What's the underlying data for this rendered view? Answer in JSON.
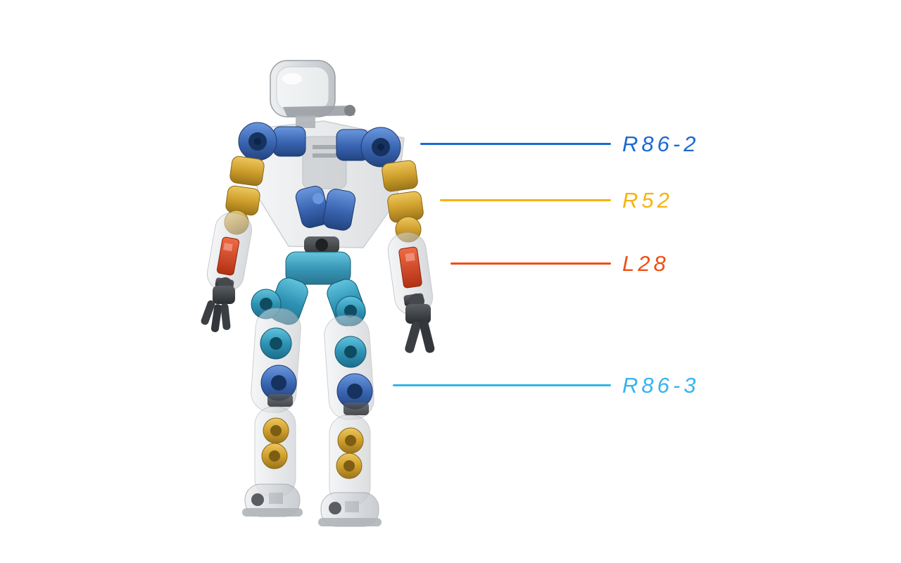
{
  "figure": {
    "background_color": "#ffffff",
    "subject": "humanoid-robot-actuator-diagram"
  },
  "annotations": [
    {
      "text": "R86-2",
      "color": "#1b6ad2",
      "points_to": "shoulder-actuator"
    },
    {
      "text": "R52",
      "color": "#f6b40e",
      "points_to": "upper-arm-actuator"
    },
    {
      "text": "L28",
      "color": "#f04e14",
      "points_to": "forearm-actuator"
    },
    {
      "text": "R86-3",
      "color": "#35b4ee",
      "points_to": "knee-actuator"
    }
  ],
  "robot": {
    "shell_color": "#d3d6da",
    "actuator_colors": {
      "blue": "#3c67b4",
      "gold": "#cf9f2c",
      "red": "#cf4a22",
      "teal": "#2f93b4"
    }
  }
}
